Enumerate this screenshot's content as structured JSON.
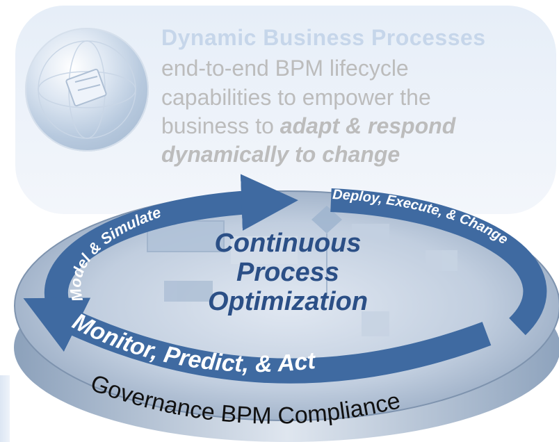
{
  "headline": "Dynamic Business Processes",
  "body": {
    "line1": "end-to-end BPM lifecycle",
    "line2": "capabilities to empower the",
    "line3_plain": "business to ",
    "line3_em": "adapt & respond",
    "line4_em": "dynamically to change"
  },
  "disk": {
    "center_line1": "Continuous",
    "center_line2": "Process",
    "center_line3": "Optimization",
    "arc_model": "Model & Simulate",
    "arc_deploy": "Deploy, Execute, & Change",
    "arc_monitor": "Monitor, Predict, & Act",
    "rim": "Governance BPM Compliance"
  },
  "colors": {
    "center_text": "#2b4f86",
    "arrow": "#3f6aa1",
    "arc_text": "#ffffff",
    "headline": "#c6d6ea",
    "body_text": "#bcbcbc"
  }
}
